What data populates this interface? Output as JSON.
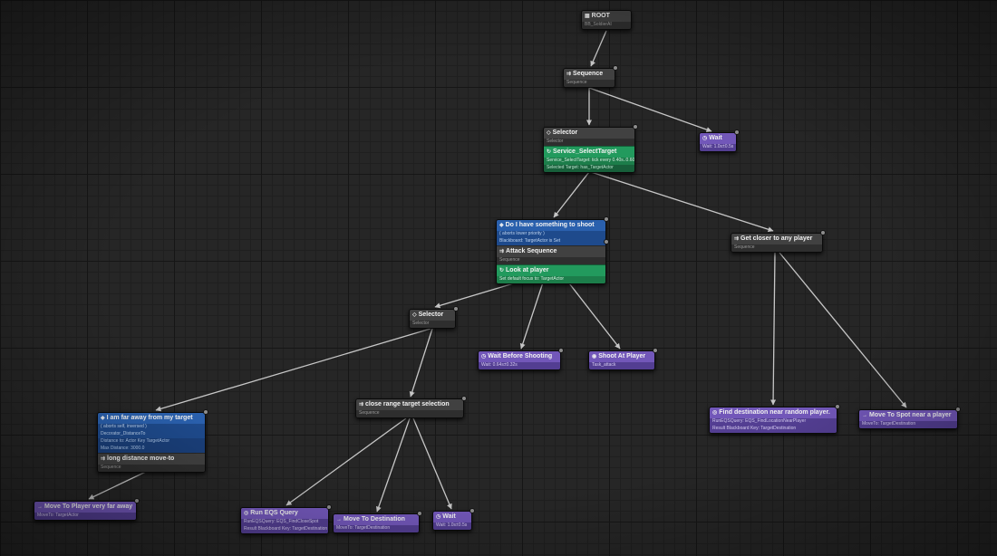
{
  "colors": {
    "background": "#262626",
    "node_gray": "#414141",
    "task_purple": "#7257b9",
    "service_green": "#229a5d",
    "decorator_blue": "#2a60ad",
    "wire": "#dedede"
  },
  "icons": {
    "root": "▦",
    "sequence": "⇉",
    "selector": "◇",
    "wait": "◷",
    "decorator": "◆",
    "service": "↻",
    "move_to": "→",
    "shoot": "◉",
    "eqs": "◎"
  },
  "nodes": {
    "root": {
      "title": "ROOT",
      "subtitle": "BB_SoldierAI"
    },
    "sequence_top": {
      "title": "Sequence",
      "subtitle": "Sequence"
    },
    "selector_main": {
      "title": "Selector",
      "subtitle": "Selector",
      "service": {
        "title": "Service_SelectTarget",
        "desc1": "Service_SelectTarget: tick every 0.40s..0.60s",
        "desc2": "Selected Target: has_TargetActor"
      }
    },
    "wait_top": {
      "title": "Wait",
      "subtitle": "Wait: 1.0s±0.5s"
    },
    "attack": {
      "decorator": {
        "title": "Do I have something to shoot",
        "desc1": "( aborts lower priority )",
        "desc2": "Blackboard: TargetActor is Set"
      },
      "title": "Attack Sequence",
      "subtitle": "Sequence",
      "service": {
        "title": "Look at player",
        "desc": "Set default focus to: TargetActor"
      }
    },
    "get_closer": {
      "title": "Get closer to any player",
      "subtitle": "Sequence"
    },
    "selector_small": {
      "title": "Selector",
      "subtitle": "Selector"
    },
    "wait_before_shooting": {
      "title": "Wait Before Shooting",
      "subtitle": "Wait: 0.64s±0.32s"
    },
    "shoot_at_player": {
      "title": "Shoot At Player",
      "subtitle": "Task_attack"
    },
    "far_away": {
      "decorator": {
        "title": "I am far away from my target",
        "desc1": "( aborts self, inversed )",
        "desc2": "Decorator_DistanceTo",
        "desc3": "Distance to: Actor Key TargetActor",
        "desc4": "Max Distance: 3000.0"
      },
      "title": "long distance move-to",
      "subtitle": "Sequence"
    },
    "close_range": {
      "title": "close range target selection",
      "subtitle": "Sequence"
    },
    "find_destination": {
      "title": "Find destination near random player.",
      "desc1": "RunEQSQuery: EQS_FindLocationNearPlayer",
      "desc2": "Result Blackboard Key: TargetDestination"
    },
    "move_to_spot": {
      "title": "Move To Spot near a player",
      "subtitle": "MoveTo: TargetDestination"
    },
    "move_to_player_far": {
      "title": "Move To Player very far away",
      "subtitle": "MoveTo: TargetActor"
    },
    "run_eqs": {
      "title": "Run EQS Query",
      "desc1": "RunEQSQuery: EQS_FindCloseSpot",
      "desc2": "Result Blackboard Key: TargetDestination"
    },
    "move_to_destination": {
      "title": "Move To Destination",
      "subtitle": "MoveTo: TargetDestination"
    },
    "wait_bottom": {
      "title": "Wait",
      "subtitle": "Wait: 1.0s±0.5s"
    }
  }
}
